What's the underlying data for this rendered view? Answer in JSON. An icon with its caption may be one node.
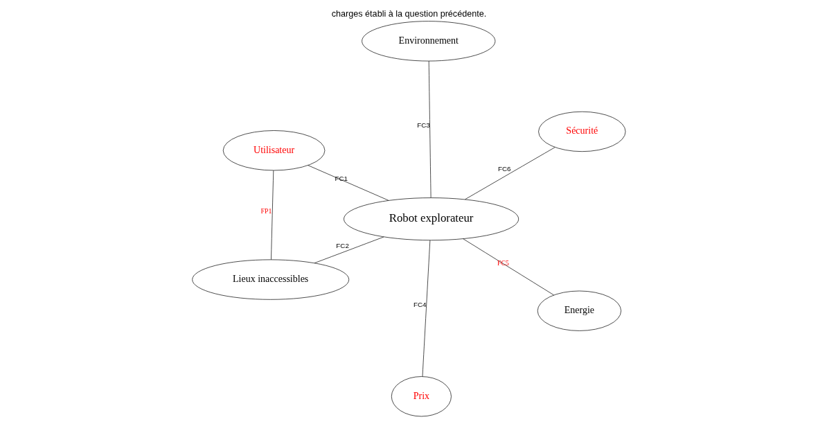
{
  "diagram": {
    "title": "charges établi à la question précédente.",
    "nodes": [
      {
        "text": [
          "Robot explorateur"
        ]
      },
      {
        "text": [
          "Energie"
        ]
      },
      {
        "text": [
          "Prix"
        ]
      },
      {
        "text": [
          "Utilisateur"
        ]
      },
      {
        "text": [
          "Sécurité"
        ]
      },
      {
        "text": [
          "Environnement"
        ]
      },
      {
        "text": [
          "Lieux inaccessibles"
        ]
      }
    ],
    "edges": [
      {
        "from": 3,
        "to": 6,
        "arrow": "none",
        "label": "FP1"
      },
      {
        "from": 0,
        "to": 3,
        "arrow": "none",
        "label": "FC1"
      },
      {
        "from": 0,
        "to": 6,
        "arrow": "none",
        "label": "FC2"
      },
      {
        "from": 0,
        "to": 5,
        "arrow": "none",
        "label": "FC3"
      },
      {
        "from": 0,
        "to": 2,
        "arrow": "none",
        "label": "FC4"
      },
      {
        "from": 0,
        "to": 1,
        "arrow": "none",
        "label": "FC5"
      },
      {
        "from": 0,
        "to": 4,
        "arrow": "none",
        "label": "FC6"
      }
    ]
  }
}
